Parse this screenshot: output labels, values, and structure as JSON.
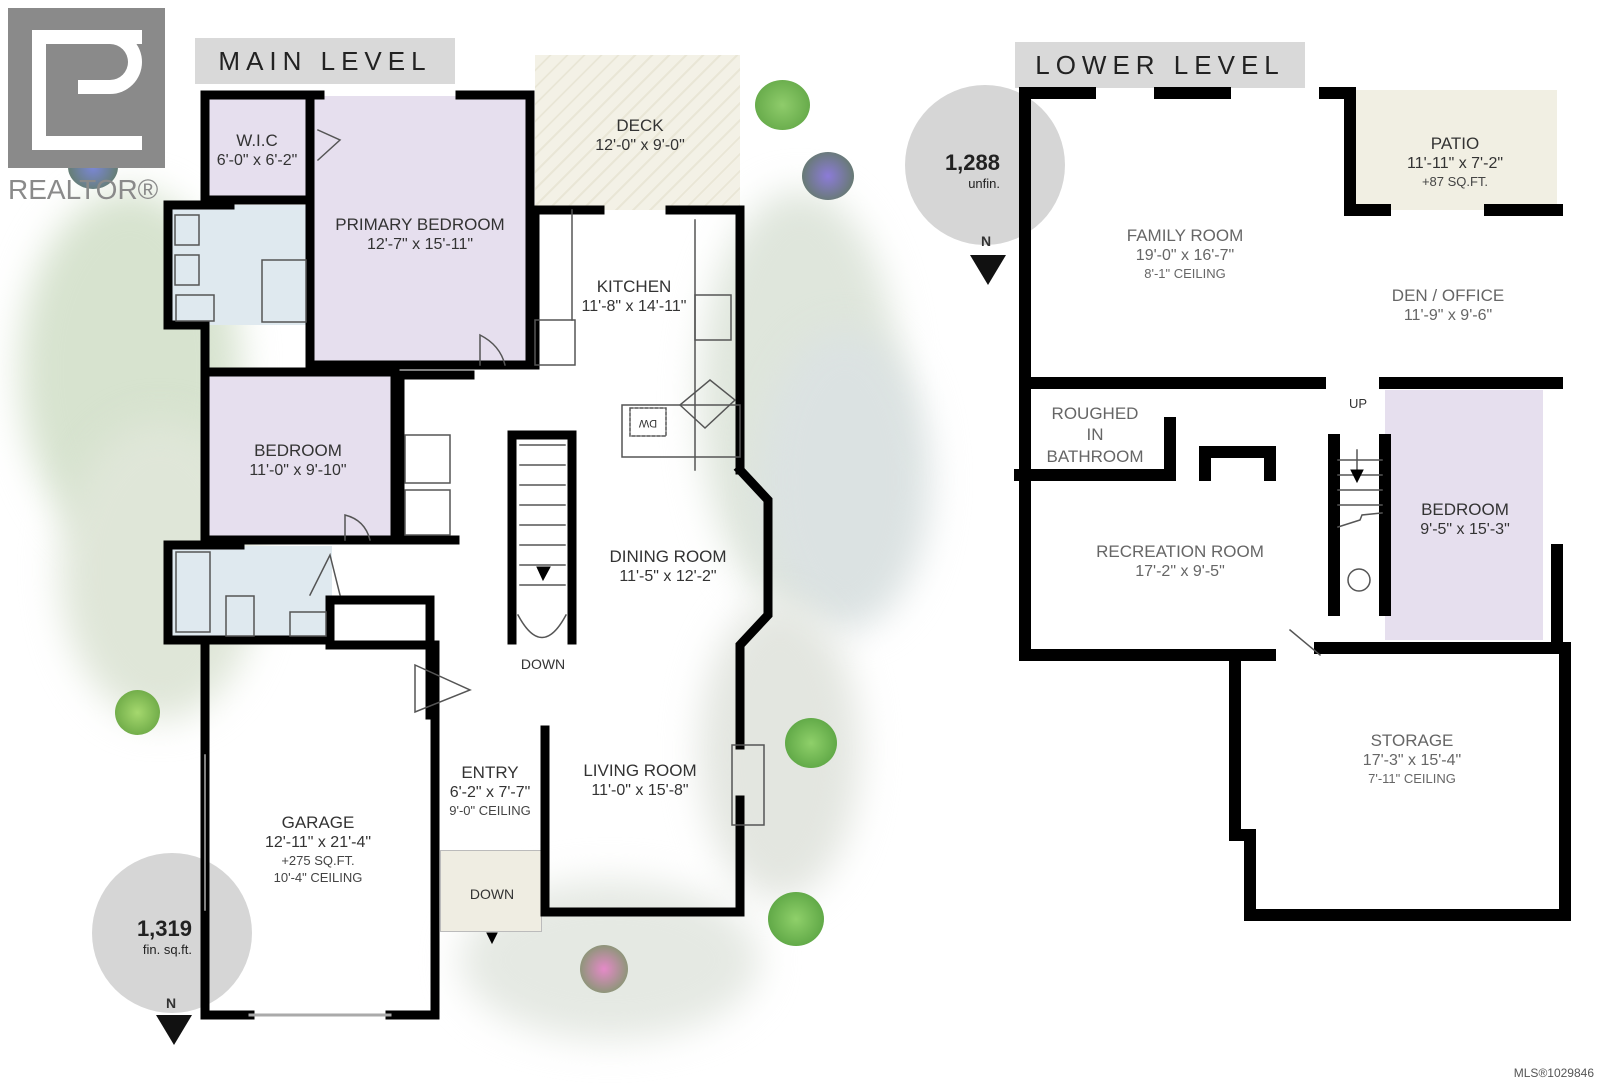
{
  "logo": {
    "text": "REALTOR®"
  },
  "main_level": {
    "title": "MAIN LEVEL",
    "area": {
      "value": "1,319",
      "unit": "fin. sq.ft."
    },
    "north": "N",
    "rooms": [
      {
        "name": "W.I.C",
        "dims": "6'-0\" x 6'-2\""
      },
      {
        "name": "PRIMARY BEDROOM",
        "dims": "12'-7\" x 15'-11\""
      },
      {
        "name": "DECK",
        "dims": "12'-0\" x 9'-0\""
      },
      {
        "name": "KITCHEN",
        "dims": "11'-8\" x 14'-11\""
      },
      {
        "name": "BEDROOM",
        "dims": "11'-0\" x 9'-10\""
      },
      {
        "name": "DINING ROOM",
        "dims": "11'-5\" x 12'-2\""
      },
      {
        "name": "LIVING ROOM",
        "dims": "11'-0\" x 15'-8\""
      },
      {
        "name": "ENTRY",
        "dims": "6'-2\" x 7'-7\"",
        "extra": "9'-0\" CEILING"
      },
      {
        "name": "GARAGE",
        "dims": "12'-11\" x 21'-4\"",
        "extra": "+275 SQ.FT.",
        "extra2": "10'-4\" CEILING"
      }
    ],
    "stairs_label": "DOWN",
    "entry_step_label": "DOWN",
    "dishwasher": "DW"
  },
  "lower_level": {
    "title": "LOWER LEVEL",
    "area": {
      "value": "1,288",
      "unit": "unfin."
    },
    "north": "N",
    "rooms": [
      {
        "name": "PATIO",
        "dims": "11'-11\" x 7'-2\"",
        "extra": "+87 SQ.FT."
      },
      {
        "name": "FAMILY ROOM",
        "dims": "19'-0\" x 16'-7\"",
        "extra": "8'-1\" CEILING"
      },
      {
        "name": "DEN / OFFICE",
        "dims": "11'-9\" x 9'-6\""
      },
      {
        "name": "ROUGHED",
        "line2": "IN",
        "line3": "BATHROOM"
      },
      {
        "name": "RECREATION ROOM",
        "dims": "17'-2\" x 9'-5\""
      },
      {
        "name": "BEDROOM",
        "dims": "9'-5\" x 15'-3\""
      },
      {
        "name": "STORAGE",
        "dims": "17'-3\" x 15'-4\"",
        "extra": "7'-11\" CEILING"
      }
    ],
    "stairs_label": "UP"
  },
  "footer": {
    "mls": "MLS®1029846"
  },
  "colors": {
    "bedroom": "#e6dfee",
    "bath": "#dfe9ef",
    "deck": "#f1efe3",
    "wall": "#000000",
    "circle": "#d6d6d6",
    "label_bg": "#d9d9d9"
  }
}
